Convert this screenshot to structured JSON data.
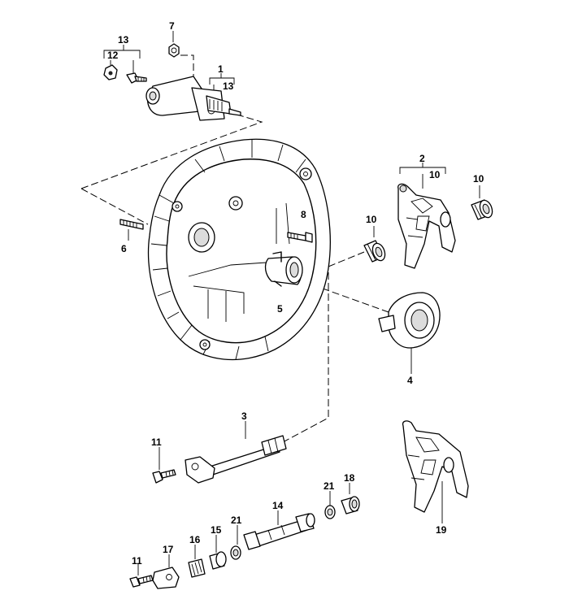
{
  "labels": {
    "l1": "1",
    "l13a": "13",
    "l13b": "13",
    "l12": "12",
    "l7": "7",
    "l2": "2",
    "l10a": "10",
    "l10b": "10",
    "l10c": "10",
    "l6": "6",
    "l8": "8",
    "l5": "5",
    "l4": "4",
    "l3": "3",
    "l11a": "11",
    "l11b": "11",
    "l14": "14",
    "l15": "15",
    "l16": "16",
    "l17": "17",
    "l18": "18",
    "l19": "19",
    "l21a": "21",
    "l21b": "21"
  }
}
